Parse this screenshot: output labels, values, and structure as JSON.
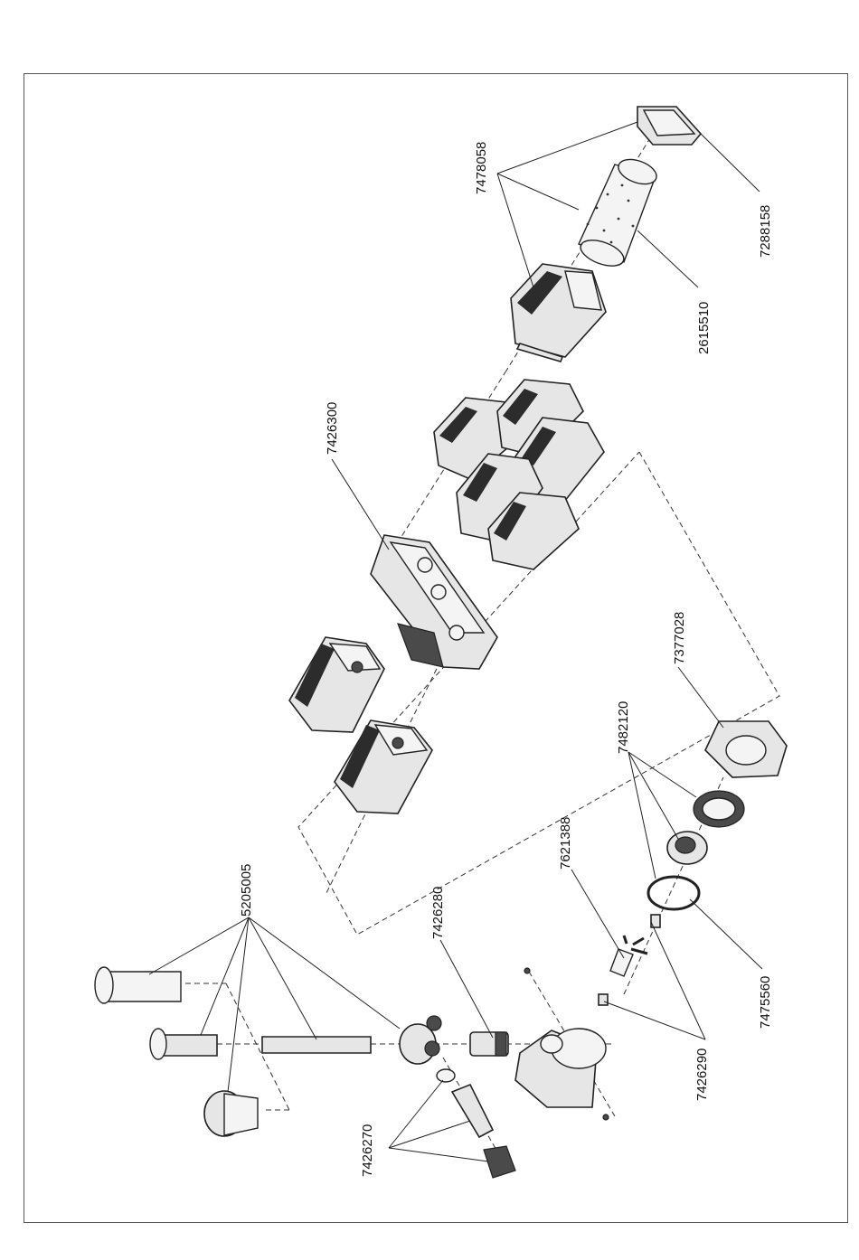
{
  "diagram": {
    "part_numbers": {
      "p7478058": "7478058",
      "p7288158": "7288158",
      "p2615510": "2615510",
      "p7426300": "7426300",
      "p7377028": "7377028",
      "p7482120": "7482120",
      "p7621388": "7621388",
      "p7426280": "7426280",
      "p5205005": "5205005",
      "p7475560": "7475560",
      "p7426290": "7426290",
      "p7426270": "7426270"
    }
  }
}
